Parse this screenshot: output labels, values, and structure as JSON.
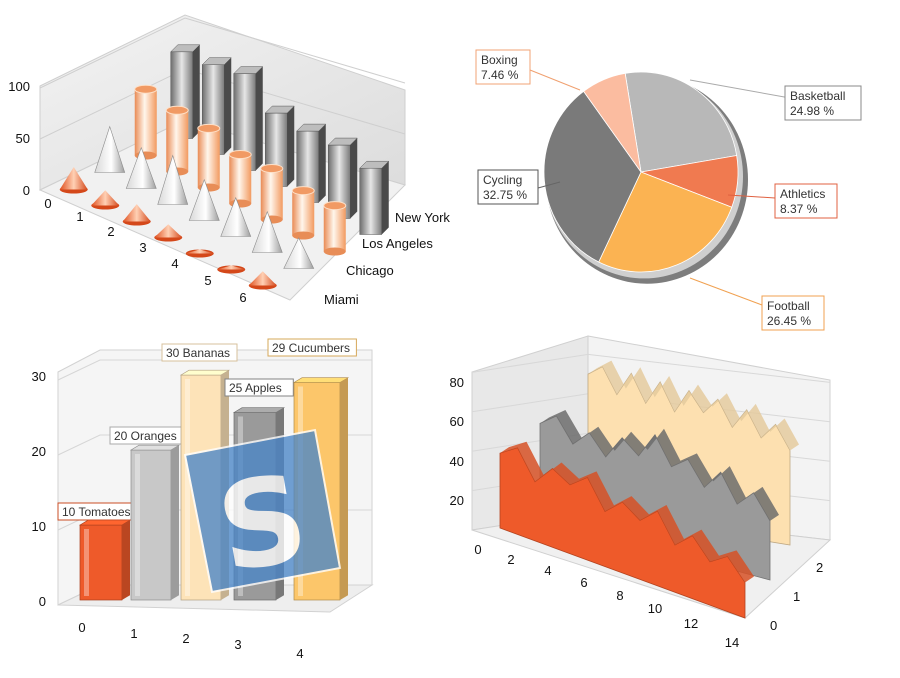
{
  "chart_data": [
    {
      "type": "bar",
      "x": [
        "0",
        "1",
        "2",
        "3",
        "4",
        "5",
        "6"
      ],
      "z_categories": [
        "New York",
        "Los Angeles",
        "Chicago",
        "Miami"
      ],
      "y_ticks": [
        "0",
        "50",
        "100"
      ],
      "ylim": [
        0,
        100
      ],
      "series": [
        {
          "values": [
            85,
            88,
            95,
            72,
            70,
            72,
            65
          ],
          "color": "#8a8a8a"
        },
        {
          "values": [
            65,
            60,
            58,
            48,
            50,
            44,
            45
          ],
          "color": "#f4a56e"
        },
        {
          "values": [
            45,
            40,
            48,
            40,
            38,
            40,
            30
          ],
          "color": "#c9c9c9"
        },
        {
          "values": [
            22,
            15,
            17,
            13,
            4,
            4,
            14
          ],
          "color": "#ee6633"
        }
      ]
    },
    {
      "type": "pie",
      "slices": [
        {
          "label": "Basketball",
          "pct": "24.98 %",
          "value": 24.98,
          "color": "#b8b8b8"
        },
        {
          "label": "Athletics",
          "pct": "8.37 %",
          "value": 8.37,
          "color": "#f07a50"
        },
        {
          "label": "Football",
          "pct": "26.45 %",
          "value": 26.45,
          "color": "#fbb352"
        },
        {
          "label": "Cycling",
          "pct": "32.75 %",
          "value": 32.75,
          "color": "#7a7a7a"
        },
        {
          "label": "Boxing",
          "pct": "7.46 %",
          "value": 7.46,
          "color": "#fbbca0"
        }
      ]
    },
    {
      "type": "bar",
      "categories": [
        "0",
        "1",
        "2",
        "3",
        "4"
      ],
      "values": [
        10,
        20,
        30,
        25,
        29
      ],
      "data_labels": [
        "10 Tomatoes",
        "20 Oranges",
        "30 Bananas",
        "25 Apples",
        "29 Cucumbers"
      ],
      "colors": [
        "#ee5a2a",
        "#c8c8c8",
        "#fde3b8",
        "#9a9a9a",
        "#fcc66a"
      ],
      "y_ticks": [
        "0",
        "10",
        "20",
        "30"
      ],
      "ylim": [
        0,
        31
      ]
    },
    {
      "type": "area",
      "x_ticks": [
        "0",
        "2",
        "4",
        "6",
        "8",
        "10",
        "12",
        "14"
      ],
      "z_ticks": [
        "0",
        "1",
        "2"
      ],
      "y_ticks": [
        "20",
        "40",
        "60",
        "80"
      ],
      "ylim": [
        0,
        80
      ],
      "series": [
        {
          "values": [
            70,
            75,
            62,
            74,
            60,
            72,
            58,
            70,
            60,
            68,
            55,
            65,
            52,
            60,
            48
          ],
          "color": "#fde0b0"
        },
        {
          "values": [
            48,
            54,
            42,
            50,
            40,
            52,
            45,
            58,
            44,
            50,
            38,
            48,
            34,
            42,
            30
          ],
          "color": "#9a9a9a"
        },
        {
          "values": [
            38,
            44,
            30,
            40,
            35,
            42,
            28,
            36,
            30,
            38,
            24,
            32,
            22,
            28,
            18
          ],
          "color": "#ee5a2a"
        }
      ]
    }
  ],
  "watermark": {
    "letter": "S",
    "color": "#3b7bc4"
  }
}
